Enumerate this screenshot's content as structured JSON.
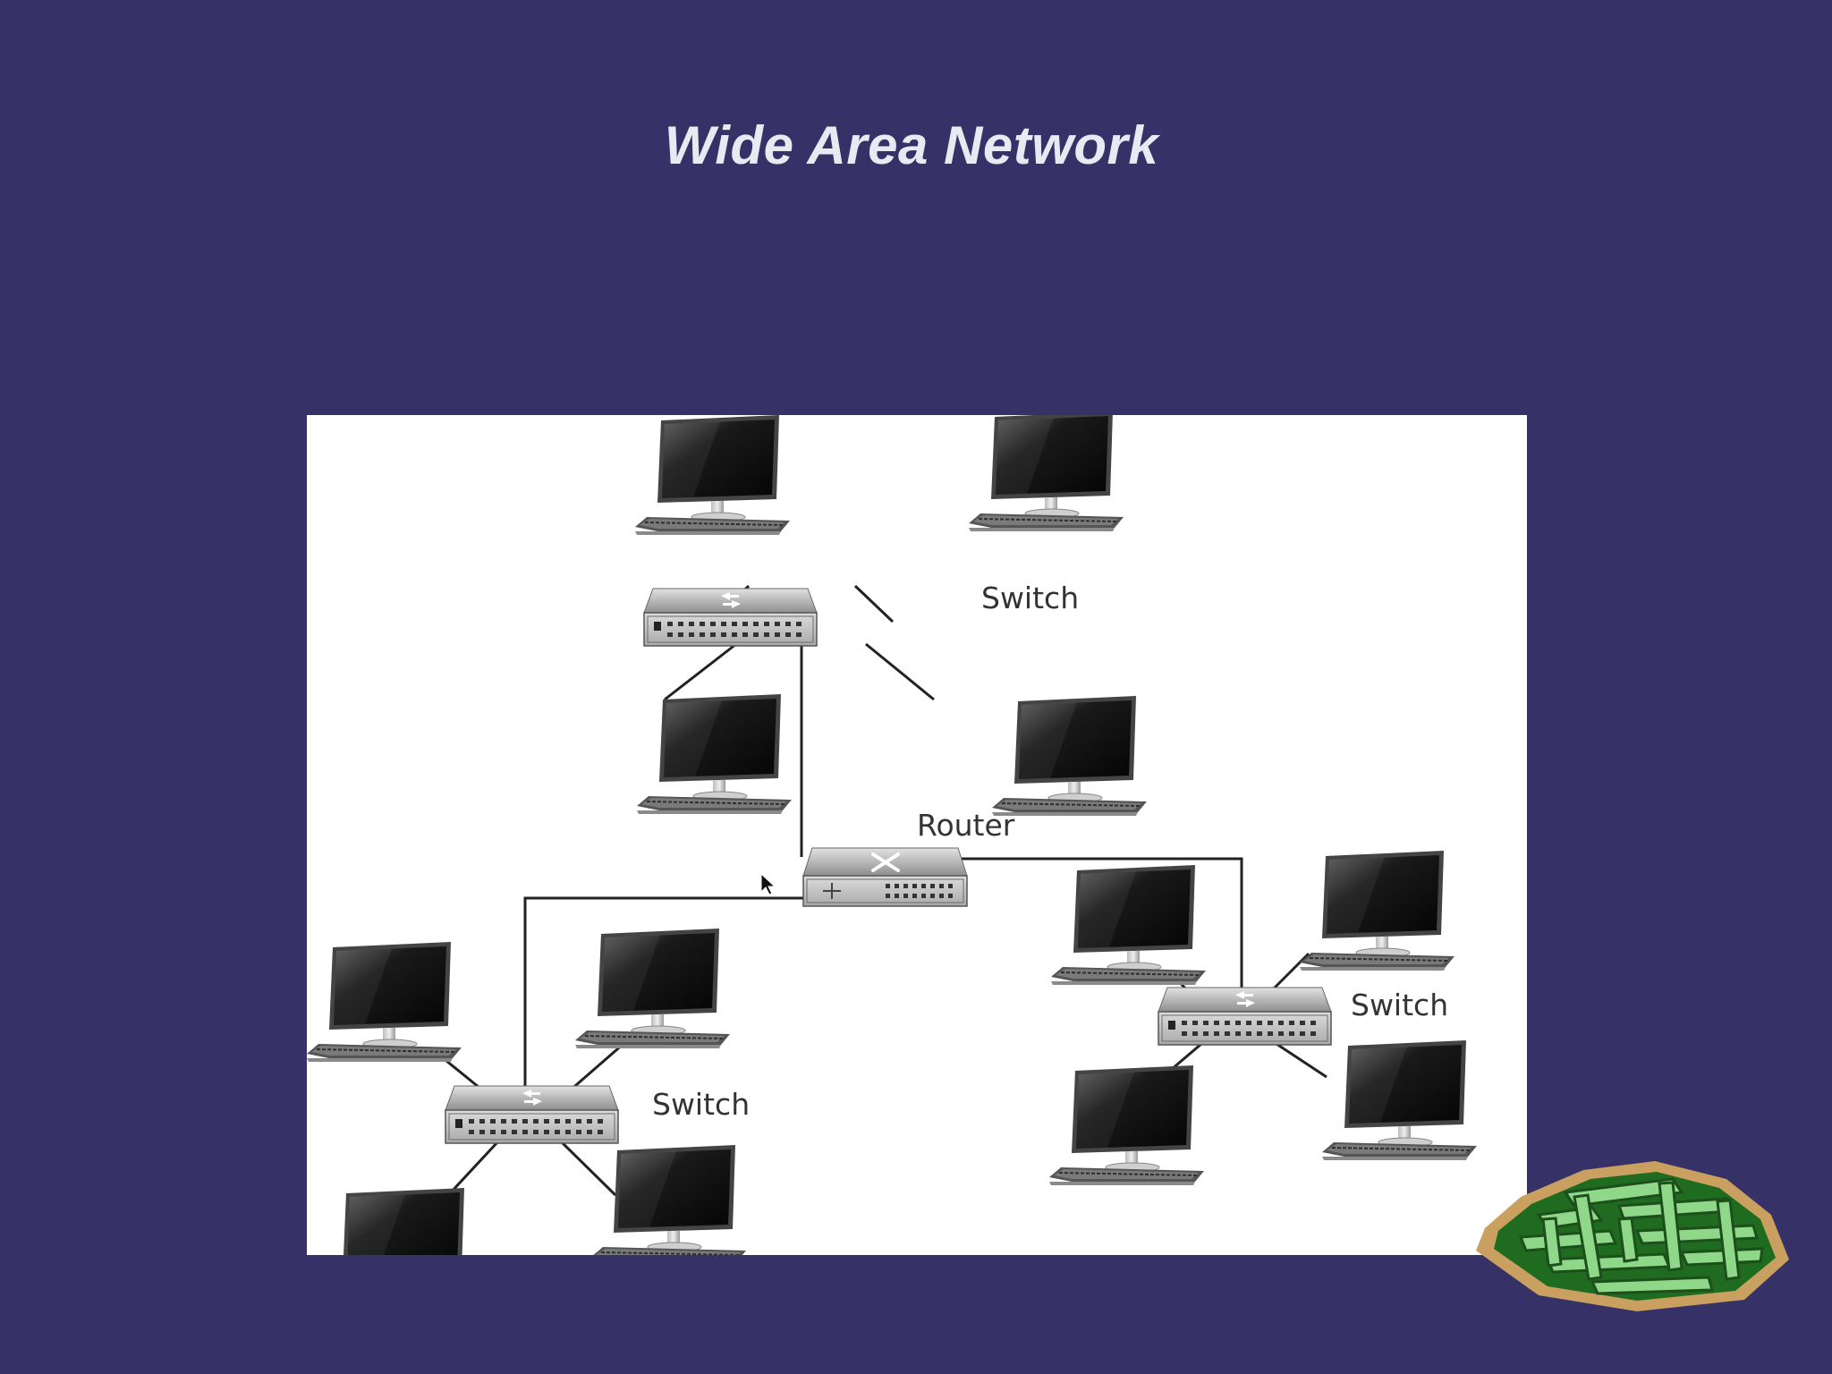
{
  "slide": {
    "title": "Wide Area Network"
  },
  "diagram": {
    "nodes": [
      {
        "id": "router",
        "type": "router",
        "label": "Router"
      },
      {
        "id": "switch-top",
        "type": "switch",
        "label": "Switch"
      },
      {
        "id": "switch-left",
        "type": "switch",
        "label": "Switch"
      },
      {
        "id": "switch-right",
        "type": "switch",
        "label": "Switch"
      }
    ],
    "edges": [
      [
        "switch-top",
        "router"
      ],
      [
        "router",
        "switch-left"
      ],
      [
        "router",
        "switch-right"
      ]
    ],
    "computers_per_switch": 4
  },
  "decorations": {
    "logo": "maze-logo-icon",
    "cursor": "mouse-pointer-icon"
  }
}
